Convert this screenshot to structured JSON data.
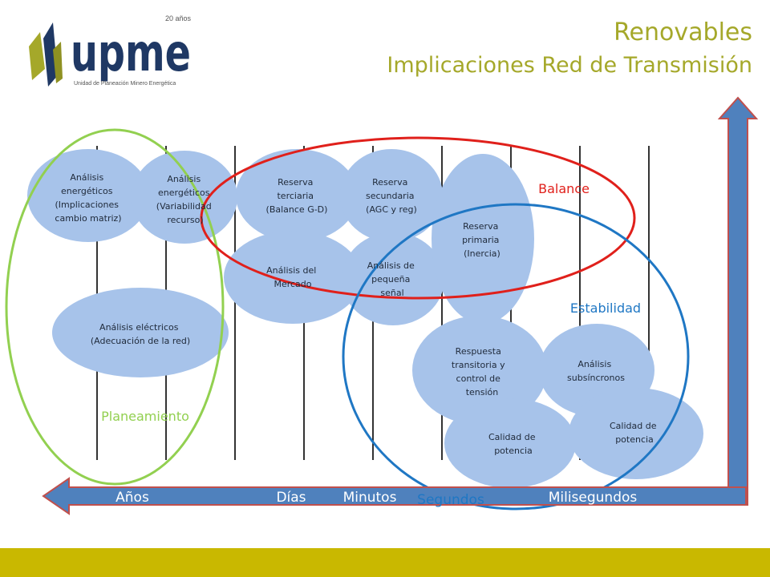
{
  "header": {
    "title": "Renovables",
    "subtitle": "Implicaciones Red de Transmisión",
    "logo_text": "upme",
    "logo_years": "20 años",
    "logo_subtitle": "Unidad de Planeación Minero Energética"
  },
  "timeline": {
    "labels": [
      "Años",
      "Días",
      "Minutos",
      "Segundos",
      "Milisegundos"
    ]
  },
  "groups": {
    "planeamiento": "Planeamiento",
    "balance": "Balance",
    "estabilidad": "Estabilidad"
  },
  "bubbles": [
    [
      "Análisis",
      "energéticos",
      "(Implicaciones",
      "cambio matriz)"
    ],
    [
      "Análisis",
      "energéticos",
      "(Variabilidad",
      "recurso)"
    ],
    [
      "Análisis eléctricos",
      "(Adecuación de la red)"
    ],
    [
      "Reserva",
      "terciaria",
      "(Balance G-D)"
    ],
    [
      "Reserva",
      "secundaria",
      "(AGC y reg)"
    ],
    [
      "Análisis del",
      "Mercado"
    ],
    [
      "Análisis de",
      "pequeña",
      "señal"
    ],
    [
      "Reserva",
      "primaria",
      "(Inercia)"
    ],
    [
      "Respuesta",
      "transitoria y",
      "control de",
      "tensión"
    ],
    [
      "Análisis",
      "subsíncronos"
    ],
    [
      "Calidad de",
      "potencia"
    ],
    [
      "Calidad de",
      "potencia"
    ]
  ],
  "colors": {
    "title": "#a5a82a",
    "bubble": "#a7c3ea",
    "arrow": "#4f81bd",
    "arrow_outline": "#c0504d",
    "planeamiento": "#92d050",
    "balance": "#e0201b",
    "estabilidad": "#1f77c4",
    "bottom_bar": "#c9b800",
    "logo_navy": "#1f3864",
    "logo_green": "#a5a82a"
  }
}
